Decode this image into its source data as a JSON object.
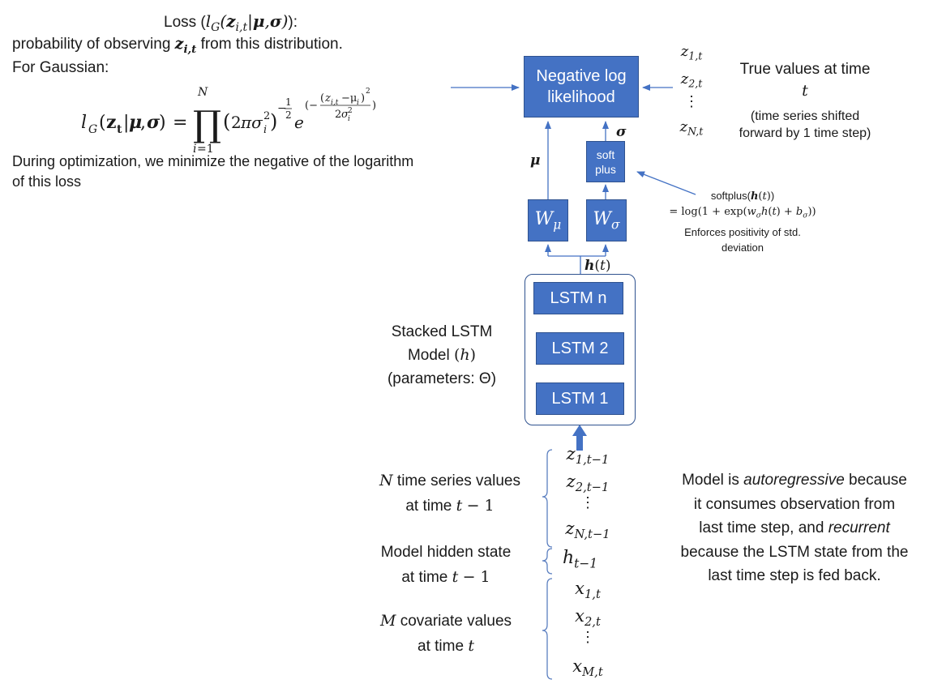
{
  "loss": {
    "title_prefix": "Loss (",
    "title_math": "l_G(z_{i,t}|μ,σ)",
    "title_suffix": "):",
    "line1_pre": "probability of observing ",
    "line1_var": "z_{i,t}",
    "line1_post": " from this distribution.",
    "line2": "For Gaussian:",
    "formula": "l_G(z_t|μ,σ) = ∏_{i=1}^{N} (2πσ_i^2)^{-1/2} e^{(-(z_{i,t}-μ_i)^2 / 2σ_i^2)}",
    "note_line1": "During optimization, we minimize the negative of the logarithm",
    "note_line2": "of this loss"
  },
  "nll_box": {
    "line1": "Negative log",
    "line2": "likelihood"
  },
  "true_values": {
    "z_items": [
      "z_{1,t}",
      "z_{2,t}",
      "⋮",
      "z_{N,t}"
    ],
    "title_line1": "True values at time",
    "title_line2": "t",
    "sub_line1": "(time series shifted",
    "sub_line2": "forward by 1 time step)"
  },
  "mu_label": "μ",
  "sigma_label": "σ",
  "softplus_box": {
    "line1": "soft",
    "line2": "plus"
  },
  "softplus_note": {
    "line1": "softplus(h(t))",
    "line2": "= log(1 + exp(w_σ h(t) + b_σ))",
    "line3": "Enforces positivity of std.",
    "line4": "deviation"
  },
  "w_mu": "W_μ",
  "w_sigma": "W_σ",
  "h_label": "h(t)",
  "lstm": {
    "layers": [
      "LSTM n",
      "LSTM 2",
      "LSTM 1"
    ],
    "label_line1": "Stacked LSTM",
    "label_line2": "Model (h)",
    "label_line3": "(parameters: Θ)"
  },
  "inputs": {
    "z_items": [
      "z_{1,t−1}",
      "z_{2,t−1}",
      "⋮",
      "z_{N,t−1}"
    ],
    "h_item": "h_{t−1}",
    "x_items": [
      "x_{1,t}",
      "x_{2,t}",
      "⋮",
      "x_{M,t}"
    ],
    "label_ts_line1": "N time series values",
    "label_ts_line2": "at time t − 1",
    "label_hidden_line1": "Model hidden state",
    "label_hidden_line2": "at time t − 1",
    "label_cov_line1": "M covariate values",
    "label_cov_line2": "at time t"
  },
  "model_note": {
    "line1_pre": "Model is ",
    "line1_em": "autoregressive",
    "line1_post": " because",
    "line2": "it consumes observation from",
    "line3_pre": "last time step, and ",
    "line3_em": "recurrent",
    "line4": "because the LSTM state from the",
    "line5": "last time step is fed back."
  },
  "colors": {
    "box_fill": "#4472c4",
    "box_border": "#2f528f",
    "arrow": "#4472c4",
    "brace": "#5b7fc0"
  }
}
